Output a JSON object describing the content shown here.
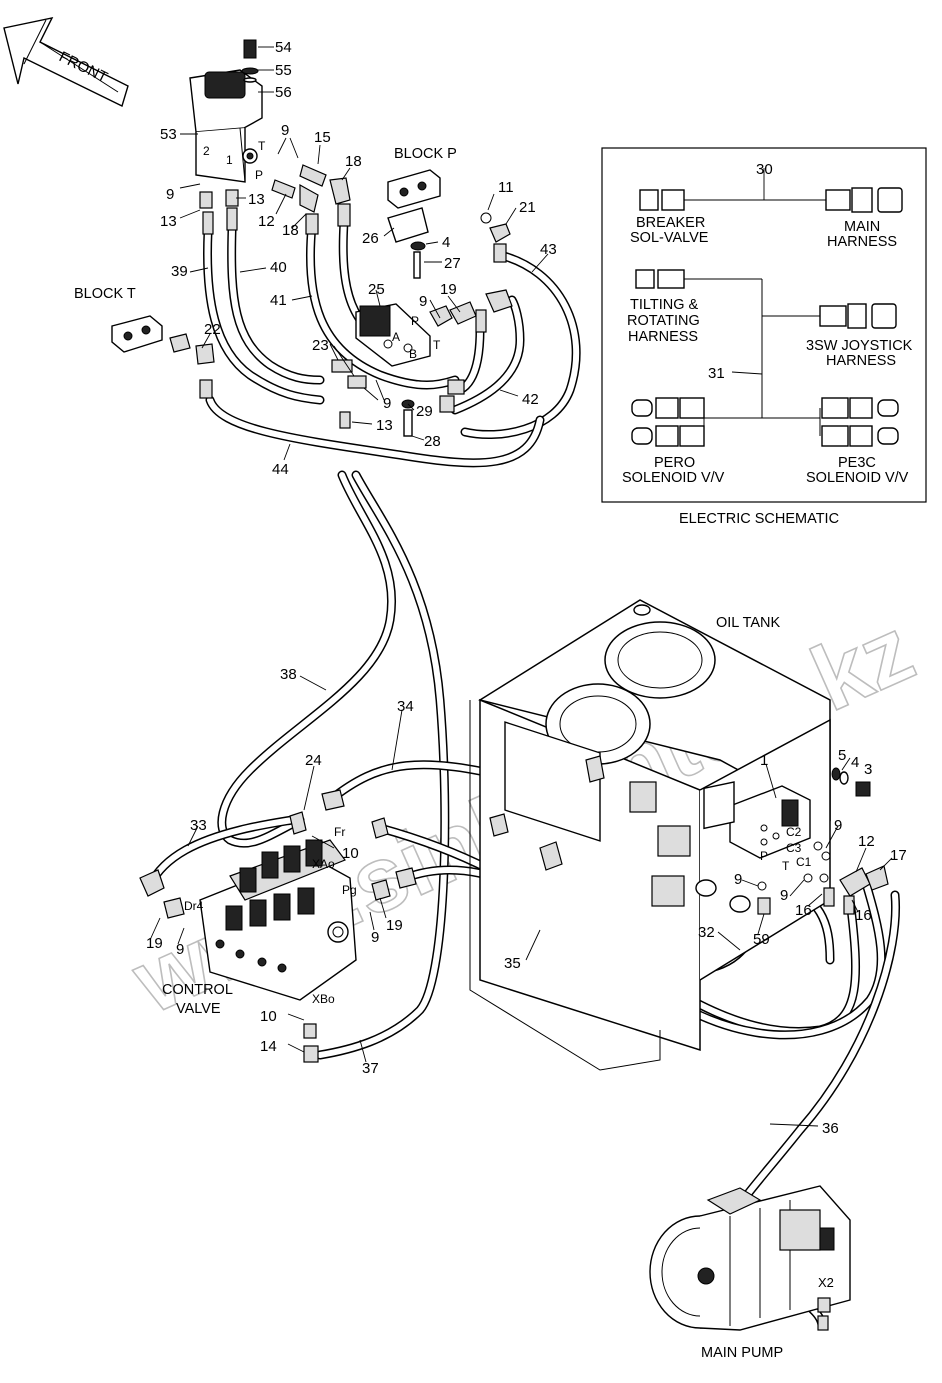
{
  "front_label": "FRONT",
  "block_p_label": "BLOCK P",
  "block_t_label": "BLOCK T",
  "oil_tank_label": "OIL TANK",
  "control_valve_label": [
    "CONTROL",
    "VALVE"
  ],
  "main_pump_label": "MAIN PUMP",
  "watermark": "www.sinhrontoo.kz",
  "electric_schematic": {
    "title": "ELECTRIC SCHEMATIC",
    "harness_30": "30",
    "harness_31": "31",
    "breaker": [
      "BREAKER",
      "SOL-VALVE"
    ],
    "main_harness": [
      "MAIN",
      "HARNESS"
    ],
    "tilting": [
      "TILTING &",
      "ROTATING",
      "HARNESS"
    ],
    "joystick": [
      "3SW JOYSTICK",
      "HARNESS"
    ],
    "pero": [
      "PERO",
      "SOLENOID V/V"
    ],
    "pe3c": [
      "PE3C",
      "SOLENOID V/V"
    ]
  },
  "port_labels": [
    "T",
    "P",
    "2",
    "1",
    "P",
    "T",
    "A",
    "B",
    "Fr",
    "XAo",
    "Pg",
    "Dr4",
    "XBo",
    "C2",
    "C3",
    "C1",
    "T",
    "P",
    "X2"
  ],
  "callouts": [
    "54",
    "55",
    "56",
    "53",
    "9",
    "15",
    "18",
    "9",
    "12",
    "13",
    "13",
    "18",
    "11",
    "21",
    "26",
    "4",
    "27",
    "43",
    "39",
    "40",
    "41",
    "25",
    "9",
    "19",
    "22",
    "23",
    "9",
    "42",
    "29",
    "13",
    "28",
    "44",
    "38",
    "34",
    "24",
    "33",
    "10",
    "19",
    "9",
    "9",
    "19",
    "10",
    "14",
    "37",
    "35",
    "32",
    "59",
    "1",
    "5",
    "4",
    "3",
    "9",
    "12",
    "17",
    "9",
    "9",
    "16",
    "16",
    "36"
  ]
}
